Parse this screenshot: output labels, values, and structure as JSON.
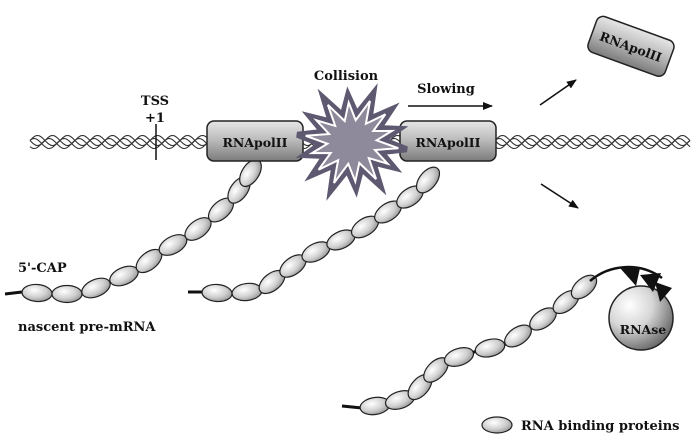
{
  "labels": {
    "tss": "TSS",
    "tss_pos": "+1",
    "collision": "Collision",
    "slowing": "Slowing",
    "cap": "5'-CAP",
    "nascent": "nascent pre-mRNA",
    "legend": "RNA binding proteins"
  },
  "polymerases": [
    {
      "label": "RNApolII"
    },
    {
      "label": "RNApolII"
    },
    {
      "label": "RNApolII"
    }
  ],
  "rnase": {
    "label": "RNAse"
  },
  "colors": {
    "dna": "#333333",
    "polymerase_fill": "#b9b9b9",
    "burst_outline": "#5e5870",
    "burst_fill": "#8f8a9b",
    "protein_fill": "#c8c8c8",
    "rna_strand": "#111111"
  }
}
